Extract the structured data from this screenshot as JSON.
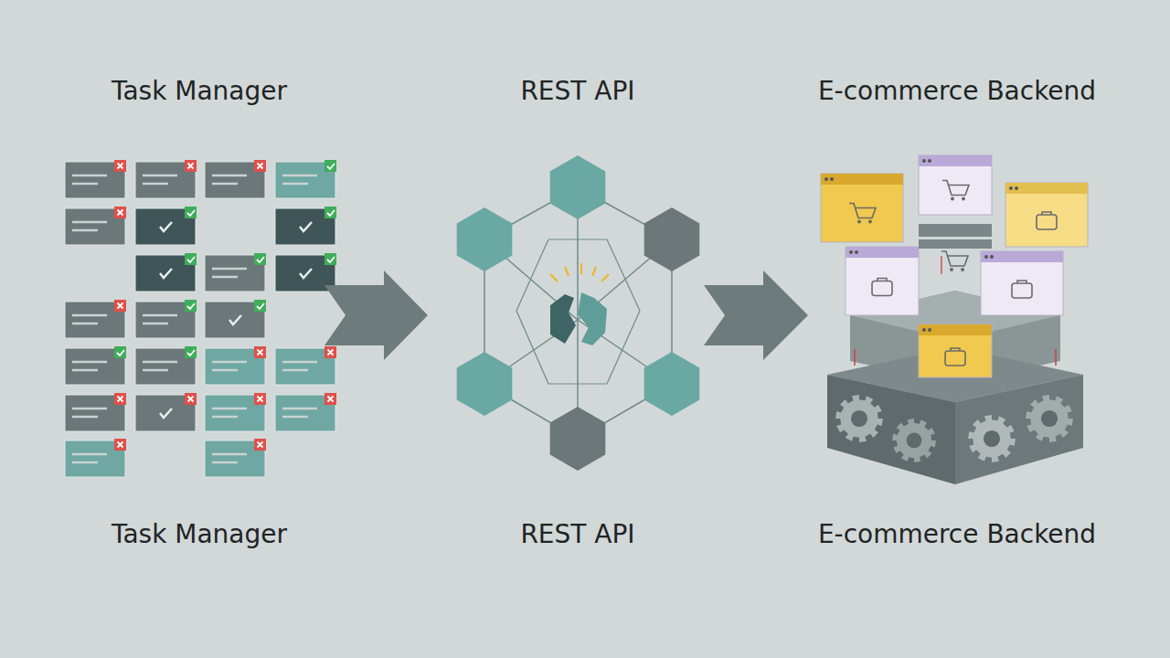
{
  "diagram": {
    "labels": [
      "Task Manager",
      "REST API",
      "E-commerce Backend",
      "Task Manager",
      "REST API",
      "E-commerce Backend"
    ]
  }
}
